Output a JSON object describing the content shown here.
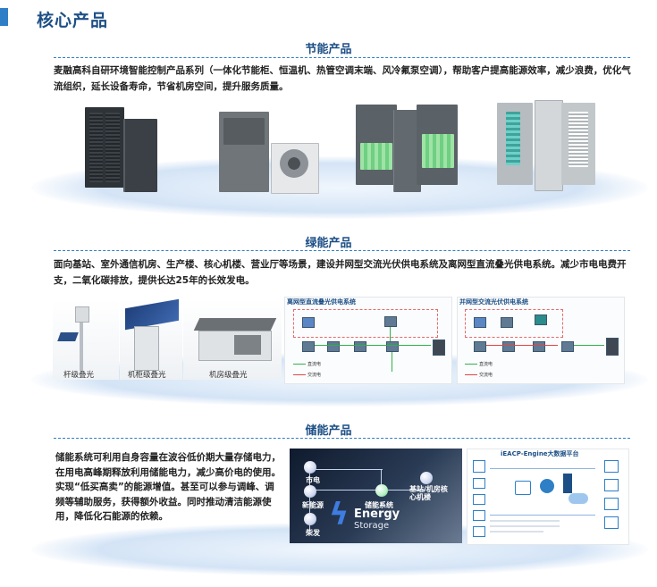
{
  "page": {
    "title": "核心产品"
  },
  "energy_saving": {
    "title": "节能产品",
    "description": "麦融高科自研环境智能控制产品系列（一体化节能柜、恒温机、热管空调末端、风冷氟泵空调），帮助客户提高能源效率，减少浪费，优化气流组织，延长设备寿命，节省机房空间，提升服务质量。"
  },
  "green_energy": {
    "title": "绿能产品",
    "description": "面向基站、室外通信机房、生产楼、核心机楼、营业厅等场景，建设并网型交流光伏供电系统及离网型直流叠光供电系统。减少市电电费开支，二氧化碳排放，提供长达25年的长效发电。",
    "captions": [
      "杆级叠光",
      "机柜级叠光",
      "机房级叠光"
    ],
    "diagram_left_title": "离网型直流叠光供电系统",
    "diagram_right_title": "并网型交流光伏供电系统",
    "legend": [
      "直流电",
      "交流电"
    ]
  },
  "storage": {
    "title": "储能产品",
    "description": "储能系统可利用自身容量在波谷低价期大量存储电力，在用电高峰期释放利用储能电力，减少高价电的使用。实现“低买高卖”的能源增值。甚至可以参与调峰、调频等辅助服务，获得额外收益。同时推动清洁能源使用，降低化石能源的依赖。",
    "nodes": [
      "市电",
      "新能源",
      "柴发",
      "储能系统",
      "基站/机房核心机楼"
    ],
    "energy_storage_label": [
      "Energy",
      "Storage"
    ],
    "platform_title": "iEACP-Engine大数据平台"
  },
  "colors": {
    "accent": "#1d4f86",
    "line": "#2f7fc6",
    "dc": "#2fb24a",
    "ac": "#e04646"
  }
}
